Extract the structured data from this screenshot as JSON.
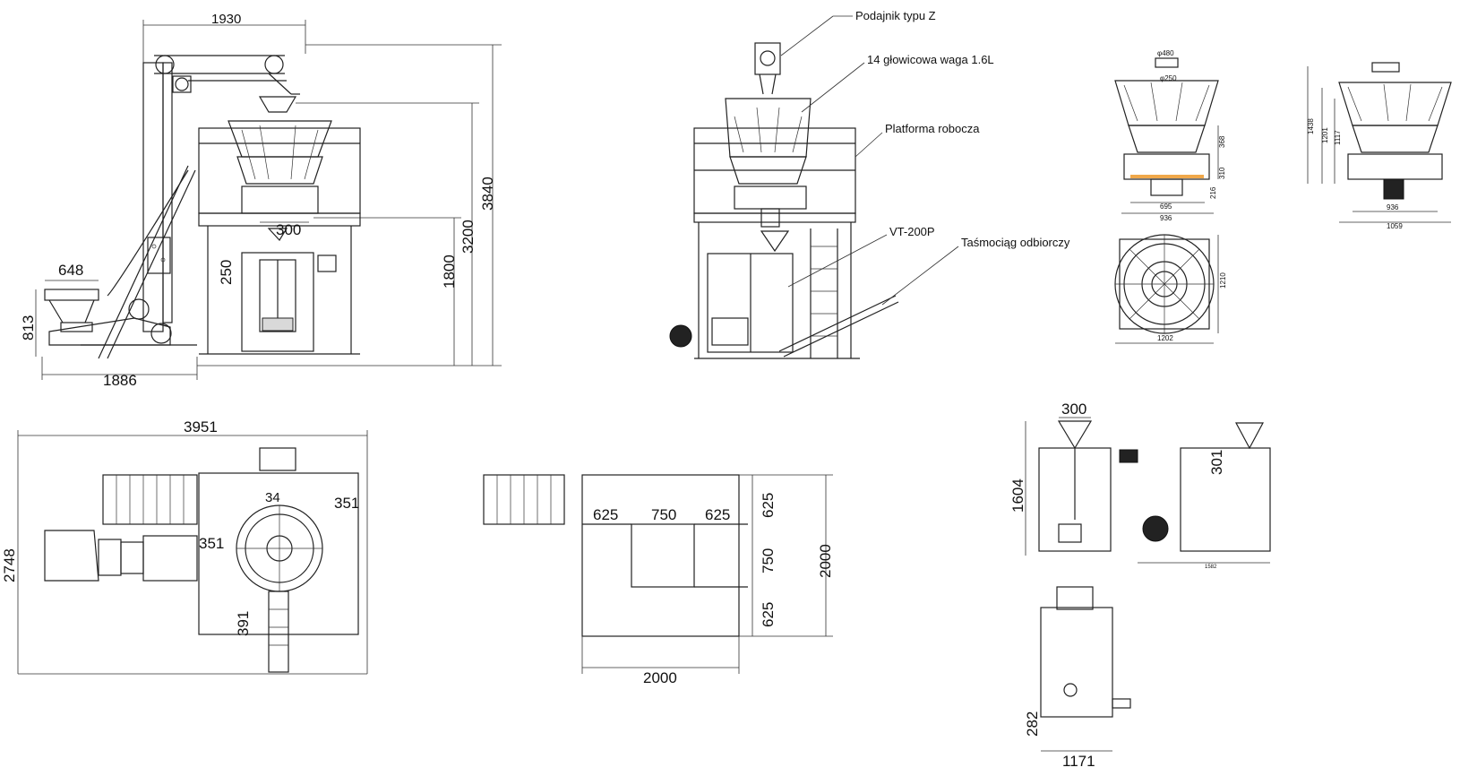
{
  "callouts": {
    "feeder": "Podajnik typu Z",
    "weigher": "14 głowicowa waga 1.6L",
    "platform": "Platforma robocza",
    "packer": "VT-200P",
    "conveyor": "Taśmociąg odbiorczy"
  },
  "side_view": {
    "width_top": "1930",
    "feeder_width": "648",
    "feeder_height": "813",
    "base_length": "1886",
    "chute": "300",
    "bag_height": "250",
    "platform_height": "1800",
    "weigher_height": "3200",
    "total_height": "3840"
  },
  "top_view": {
    "width": "3951",
    "depth": "2748",
    "offset_a": "351",
    "offset_b": "351",
    "conveyor": "391",
    "small": "34"
  },
  "platform_plan": {
    "seg_a": "625",
    "seg_b": "750",
    "seg_c": "625",
    "v_a": "625",
    "v_b": "750",
    "v_c": "625",
    "height": "2000",
    "width": "2000"
  },
  "weigher_views": {
    "top_dia": "φ480",
    "inner_dia": "φ250",
    "h_368": "368",
    "h_310": "310",
    "h_216": "216",
    "w_695": "695",
    "w_936": "936",
    "h_1438": "1438",
    "h_1201": "1201",
    "h_1117": "1117",
    "side_936": "936",
    "side_1059": "1059",
    "plan_1210": "1210",
    "plan_1202": "1202"
  },
  "packer_views": {
    "chute_front": "300",
    "height": "1604",
    "chute_side": "301",
    "side_width": "1582",
    "top_depth": "282",
    "top_width": "1171"
  }
}
